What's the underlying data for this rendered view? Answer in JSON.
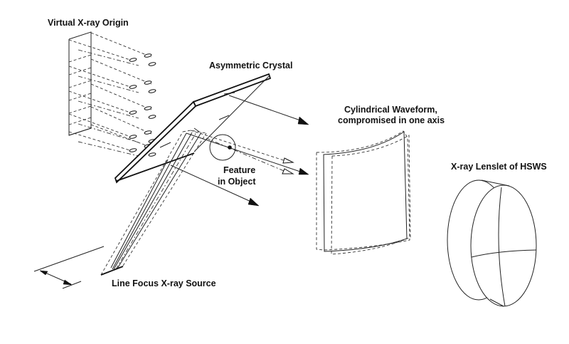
{
  "diagram": {
    "title": "Asymmetric crystal X-ray optics schematic",
    "labels": {
      "virtual_origin": "Virtual X-ray Origin",
      "crystal": "Asymmetric Crystal",
      "waveform_line1": "Cylindrical Waveform,",
      "waveform_line2": "compromised in one axis",
      "feature_line1": "Feature",
      "feature_line2": "in Object",
      "lenslet": "X-ray Lenslet of HSWS",
      "source": "Line Focus X-ray Source"
    },
    "components": [
      "virtual-xray-origin",
      "asymmetric-crystal",
      "feature-in-object",
      "cylindrical-waveform",
      "xray-lenslet",
      "line-focus-source",
      "source-width-dimension"
    ],
    "colors": {
      "line": "#222222",
      "background": "#ffffff"
    }
  }
}
